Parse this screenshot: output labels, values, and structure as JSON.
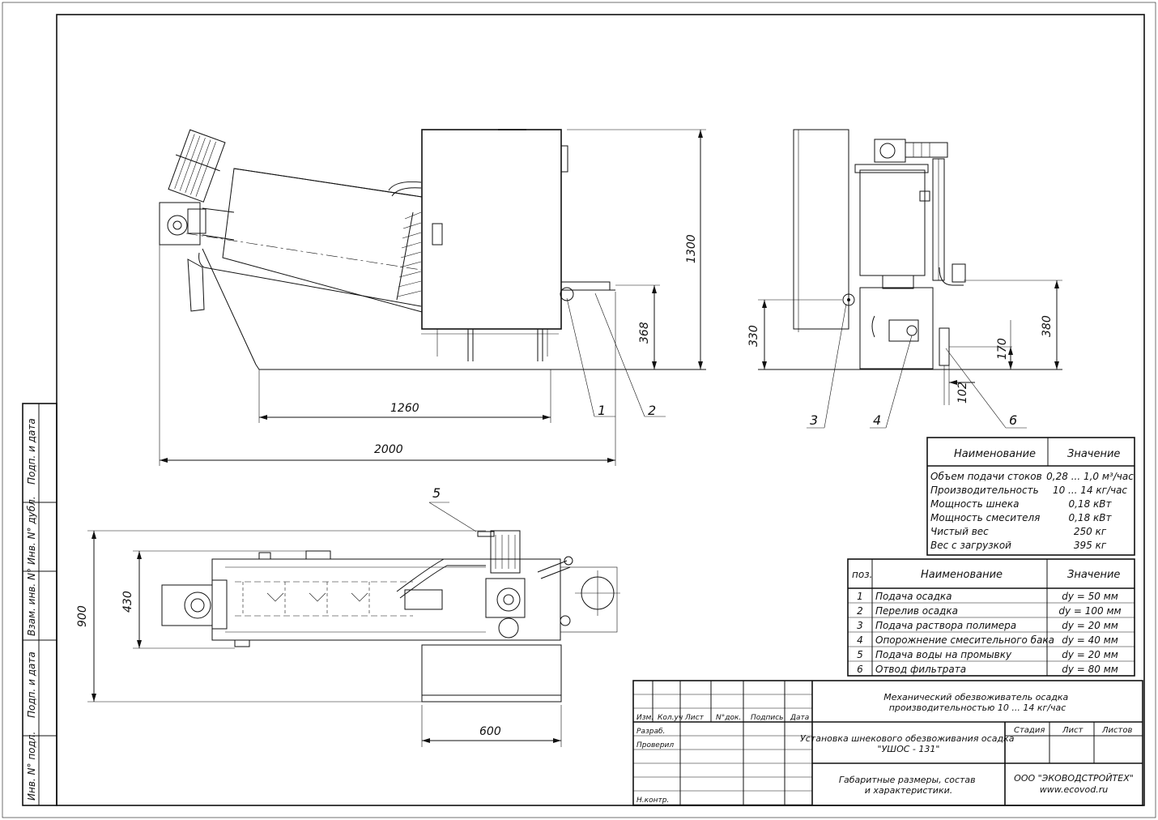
{
  "dimensions": {
    "front_height": "1300",
    "front_length": "1260",
    "front_overall": "2000",
    "front_outlet_height": "368",
    "side_height_1": "330",
    "side_height_2": "380",
    "side_height_3": "170",
    "side_offset": "102",
    "plan_width_overall": "900",
    "plan_width_body": "430",
    "plan_length": "600"
  },
  "callouts": [
    "1",
    "2",
    "3",
    "4",
    "5",
    "6"
  ],
  "specs": {
    "header": [
      "Наименование",
      "Значение"
    ],
    "rows": [
      {
        "name": "Объем подачи стоков",
        "value": "0,28 ... 1,0 м³/час"
      },
      {
        "name": "Производительность",
        "value": "10 ... 14 кг/час"
      },
      {
        "name": "Мощность шнека",
        "value": "0,18 кВт"
      },
      {
        "name": "Мощность смесителя",
        "value": "0,18 кВт"
      },
      {
        "name": "Чистый вес",
        "value": "250 кг"
      },
      {
        "name": "Вес с загрузкой",
        "value": "395 кг"
      }
    ]
  },
  "positions": {
    "header": [
      "поз.",
      "Наименование",
      "Значение"
    ],
    "rows": [
      {
        "pos": "1",
        "name": "Подача осадка",
        "value": "dy = 50 мм"
      },
      {
        "pos": "2",
        "name": "Перелив осадка",
        "value": "dy = 100 мм"
      },
      {
        "pos": "3",
        "name": "Подача раствора полимера",
        "value": "dy = 20 мм"
      },
      {
        "pos": "4",
        "name": "Опорожнение смесительного бака",
        "value": "dy = 40 мм"
      },
      {
        "pos": "5",
        "name": "Подача воды на промывку",
        "value": "dy = 20 мм"
      },
      {
        "pos": "6",
        "name": "Отвод фильтрата",
        "value": "dy = 80 мм"
      }
    ]
  },
  "title_block": {
    "headers": [
      "Изм.",
      "Кол.уч",
      "Лист",
      "N°док.",
      "Подпись",
      "Дата"
    ],
    "roles": [
      "Разраб.",
      "Проверил",
      "",
      "",
      "Н.контр."
    ],
    "doc_title": "Механический обезвоживатель осадка производительностью 10 ... 14 кг/час",
    "item_name": "Установка шнекового обезвоживания осадка \"УШОС - 131\"",
    "sheet_name": "Габаритные размеры, состав и характеристики.",
    "stage_labels": [
      "Стадия",
      "Лист",
      "Листов"
    ],
    "company": "ООО \"ЭКОВОДСТРОЙТЕХ\"",
    "website": "www.ecovod.ru"
  },
  "side_stamp": [
    "Подп. и дата",
    "Инв. N° дубл.",
    "Взам. инв. N°",
    "Подп. и дата",
    "Инв. N° подл."
  ]
}
